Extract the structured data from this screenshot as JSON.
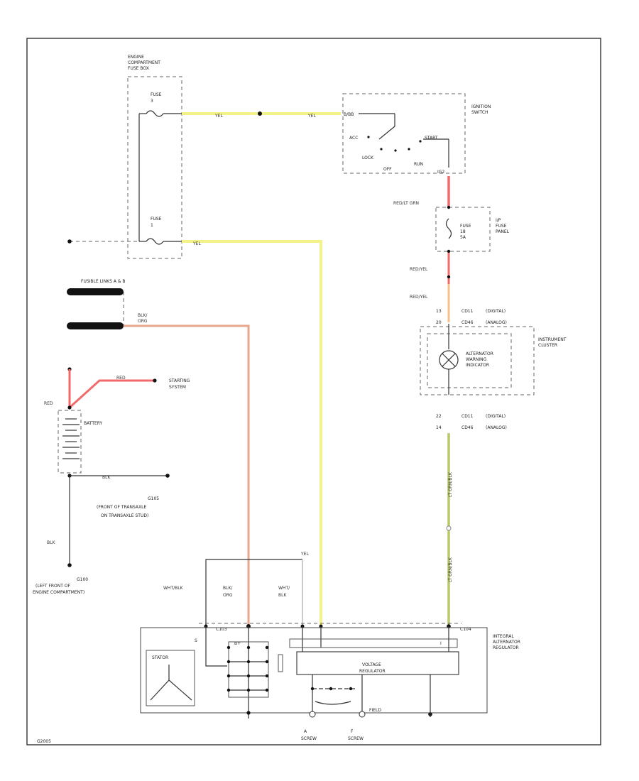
{
  "colors": {
    "yellow_wire": "#f3f18a",
    "red_wire": "#f06a6a",
    "blk_org_wire": "#e7a58c",
    "green_wire": "#b8c86a",
    "black_wire": "#333333"
  },
  "fuse_box": {
    "title_lines": [
      "ENGINE",
      "COMPARTMENT",
      "FUSE BOX"
    ],
    "fuse_top": [
      "FUSE",
      "3"
    ],
    "fuse_bottom": [
      "FUSE",
      "1"
    ]
  },
  "ignition": {
    "title_lines": [
      "IGNITION",
      "SWITCH"
    ],
    "terminals": {
      "bat": "B/BB",
      "acc": "ACC",
      "lock": "LOCK",
      "off": "OFF",
      "run": "RUN",
      "start": "START",
      "ign": "IG2"
    }
  },
  "ip_fuse": {
    "title_lines": [
      "I/P",
      "FUSE",
      "PANEL"
    ],
    "fuse_lines": [
      "FUSE",
      "18",
      "5A"
    ]
  },
  "wires": {
    "yel_a": "YEL",
    "yel_b": "YEL",
    "yel_c": "YEL",
    "yel_d": "YEL",
    "red_blt": "RED/LT GRN",
    "redyel_a": "RED/YEL",
    "redyel_b": "RED/YEL",
    "blk_org": [
      "BLK/",
      "ORG"
    ],
    "red_batt": "RED",
    "red_start": "RED",
    "blk_ground": "BLK",
    "blk_down": "BLK",
    "lt_grn_a": "LT GRN/BLK",
    "lt_grn_b": "LT GRN/BLK",
    "wht_blk": "WHT/BLK",
    "blk_org_reg": [
      "BLK/",
      "ORG"
    ],
    "wht_blk_reg": [
      "WHT/",
      "BLK"
    ]
  },
  "fusible_links": "FUSIBLE LINKS A & B",
  "starting_system": [
    "STARTING",
    "SYSTEM"
  ],
  "battery": "BATTERY",
  "ground_g105": [
    "G105",
    "(FRONT OF TRANSAXLE",
    "ON TRANSAXLE STUD)"
  ],
  "ground_g100": [
    "G100",
    "(LEFT FRONT OF",
    "ENGINE COMPARTMENT)"
  ],
  "cluster": {
    "title_lines": [
      "INSTRUMENT",
      "CLUSTER"
    ],
    "pins_top": [
      {
        "pin": "13",
        "conn": "CD11",
        "type": "(DIGITAL)"
      },
      {
        "pin": "20",
        "conn": "CD46",
        "type": "(ANALOG)"
      }
    ],
    "indicator_lines": [
      "ALTERNATOR",
      "WARNING",
      "INDICATOR"
    ],
    "pins_bottom": [
      {
        "pin": "22",
        "conn": "CD11",
        "type": "(DIGITAL)"
      },
      {
        "pin": "14",
        "conn": "CD46",
        "type": "(ANALOG)"
      }
    ]
  },
  "alternator": {
    "title_lines": [
      "INTEGRAL",
      "ALTERNATOR",
      "REGULATOR"
    ],
    "conn_left": "C103",
    "conn_right": "C104",
    "stator": "STATOR",
    "vreg_lines": [
      "VOLTAGE",
      "REGULATOR"
    ],
    "field": "FIELD",
    "screw_a": [
      "A",
      "SCREW"
    ],
    "screw_f": [
      "F",
      "SCREW"
    ],
    "pin_s": "S",
    "pin_i": "I",
    "pin_b": "B+"
  },
  "footer_code": "G2005"
}
